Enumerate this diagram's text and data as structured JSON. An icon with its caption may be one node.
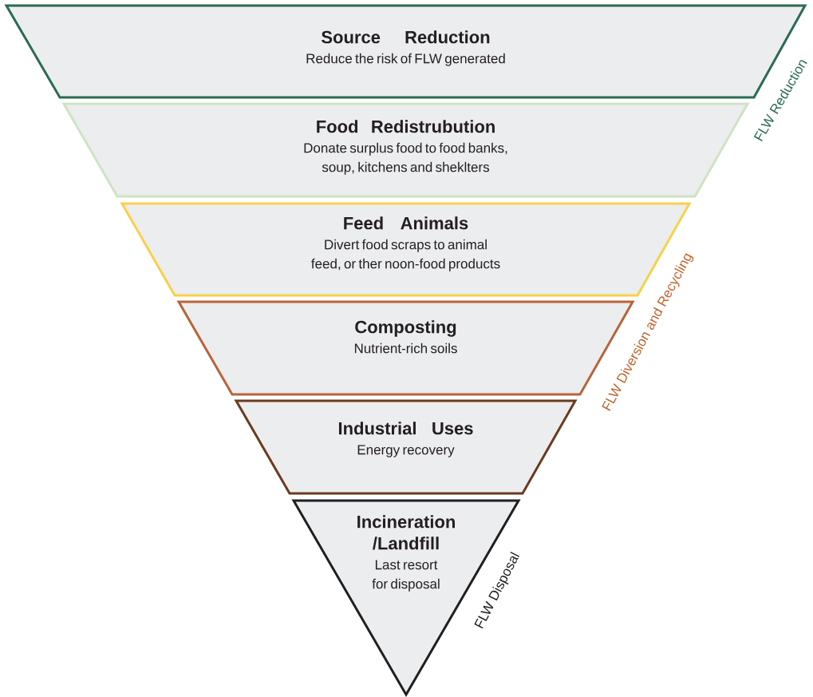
{
  "diagram": {
    "nodes": [
      {
        "text": [
          "Source Reduction",
          "Reduce the risk of FLW generated"
        ]
      },
      {
        "text": [
          "Food Redistrubution",
          "Donate surplus food to food banks, soup, kitchens and sheklters"
        ]
      },
      {
        "text": [
          "Feed Animals",
          "Divert food scraps to animal feed, or ther noon-food products"
        ]
      },
      {
        "text": [
          "Composting",
          "Nutrient-rich soils"
        ]
      },
      {
        "text": [
          "Industrial Uses",
          "Energy recovery"
        ]
      },
      {
        "text": [
          "Incineration /Landfill",
          "Last resort for disposal"
        ]
      }
    ],
    "labels": [
      "FLW Reduction",
      "FLW Diversion and Recycling",
      "FLW Disposal"
    ]
  }
}
